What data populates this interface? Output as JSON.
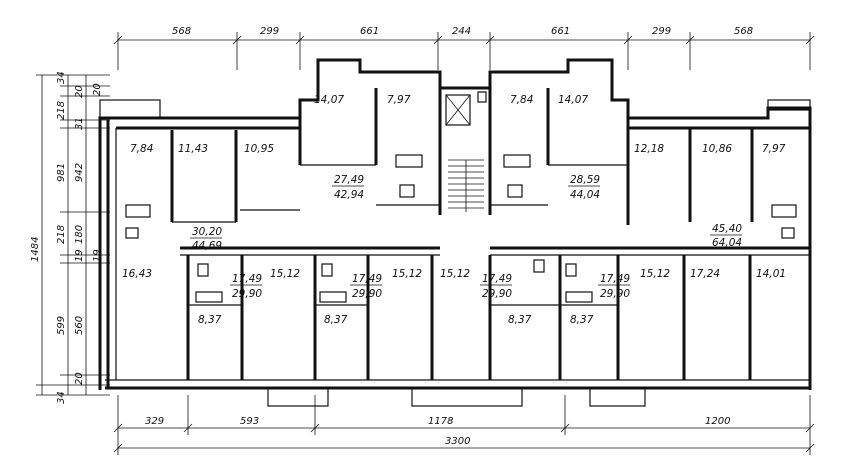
{
  "drawing": {
    "top_dims": [
      "568",
      "299",
      "661",
      "244",
      "661",
      "299",
      "568"
    ],
    "bottom_dims": [
      "329",
      "593",
      "1178",
      "1200"
    ],
    "overall_width": "3300",
    "left_dims_outer": [
      "34",
      "218",
      "981",
      "218",
      "599",
      "34"
    ],
    "left_dims_inner": [
      "20",
      "31",
      "942",
      "180",
      "19",
      "560",
      "20"
    ],
    "left_dims_small": [
      "20",
      "19"
    ],
    "overall_height": "1484",
    "rooms": {
      "r1": "7,84",
      "r2": "11,43",
      "r3": "10,95",
      "r4": "14,07",
      "r5": "7,97",
      "r6": "7,84",
      "r7": "14,07",
      "r8": "12,18",
      "r9": "10,86",
      "r10": "7,97",
      "r11": "16,43",
      "r12": "15,12",
      "r13": "15,12",
      "r14": "15,12",
      "r15": "15,12",
      "r16": "17,24",
      "r17": "14,01",
      "r18": "8,37",
      "r19": "8,37",
      "r20": "8,37",
      "r21": "8,37"
    },
    "apartments": {
      "a1_living": "30,20",
      "a1_total": "44,69",
      "a2_living": "27,49",
      "a2_total": "42,94",
      "a3_living": "28,59",
      "a3_total": "44,04",
      "a4_living": "45,40",
      "a4_total": "64,04",
      "b1_living": "17,49",
      "b1_total": "29,90",
      "b2_living": "17,49",
      "b2_total": "29,90",
      "b3_living": "17,49",
      "b3_total": "29,90",
      "b4_living": "17,49",
      "b4_total": "29,90"
    }
  }
}
